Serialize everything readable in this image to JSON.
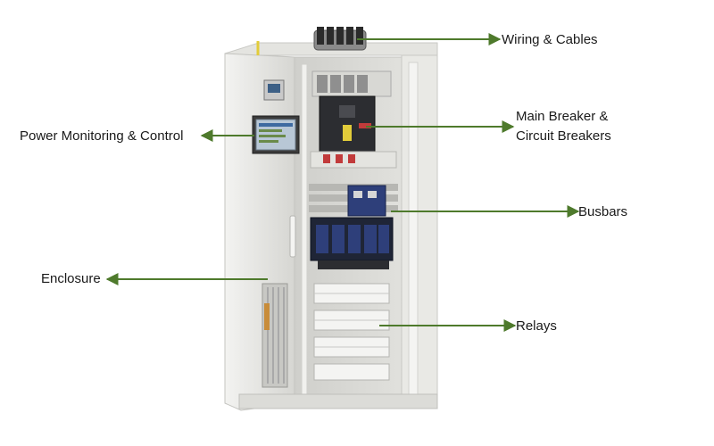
{
  "labels": {
    "wiring": "Wiring & Cables",
    "main_breaker_line1": "Main Breaker &",
    "main_breaker_line2": "Circuit Breakers",
    "power_monitoring": "Power Monitoring & Control",
    "busbars": "Busbars",
    "enclosure": "Enclosure",
    "relays": "Relays"
  },
  "colors": {
    "arrow": "#4e7a2c",
    "cabinet_body": "#ececea",
    "cabinet_edge": "#c9c9c5",
    "cabinet_inner": "#dcdcd8",
    "breaker_dark": "#2c2d31",
    "busbar_blue": "#2e3f7a",
    "relay_white": "#f4f4f2",
    "cable_gray": "#a9a9a9",
    "accent_yellow": "#e2cc3a",
    "accent_red": "#c23b3b"
  }
}
